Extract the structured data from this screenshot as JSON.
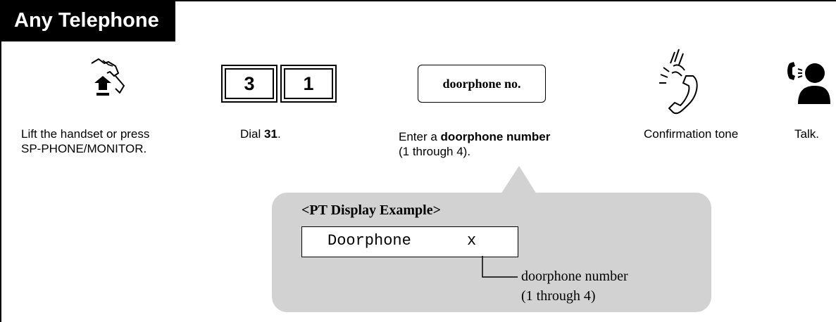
{
  "header": {
    "title": "Any Telephone"
  },
  "steps": [
    {
      "icon": "handset-lift-icon",
      "line1": "Lift the handset or press",
      "line2": "SP-PHONE/MONITOR."
    },
    {
      "icon": "dial-keys-icon",
      "keys": [
        "3",
        "1"
      ],
      "prefix": "Dial ",
      "bold": "31",
      "suffix": "."
    },
    {
      "icon": "doorphone-key-icon",
      "key_label": "doorphone no.",
      "prefix": "Enter a ",
      "bold": "doorphone number",
      "line2": "(1 through 4)."
    },
    {
      "icon": "ringing-handset-icon",
      "text": "Confirmation tone"
    },
    {
      "icon": "talk-icon",
      "text": "Talk."
    }
  ],
  "callout": {
    "title": "<PT Display Example>",
    "display_word": "Doorphone",
    "display_var": "x",
    "note_line1": "doorphone number",
    "note_line2": "(1 through 4)"
  },
  "colors": {
    "header_bg": "#000000",
    "header_text": "#ffffff",
    "callout_bg": "#d2d2d2"
  }
}
